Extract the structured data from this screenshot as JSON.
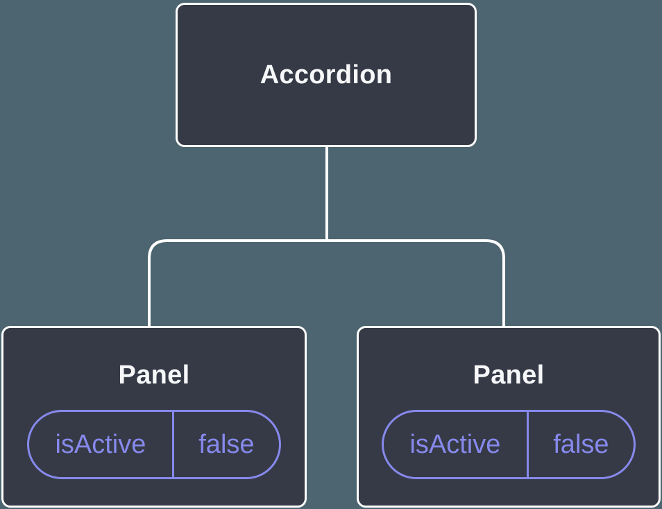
{
  "diagram": {
    "type": "component-tree",
    "root": {
      "label": "Accordion"
    },
    "children": [
      {
        "label": "Panel",
        "state": {
          "key": "isActive",
          "value": "false"
        }
      },
      {
        "label": "Panel",
        "state": {
          "key": "isActive",
          "value": "false"
        }
      }
    ],
    "colors": {
      "background": "#4d6570",
      "node_fill": "#353a46",
      "node_border": "#ffffff",
      "node_text": "#f6f7f9",
      "state_accent": "#8789ec",
      "connector": "#ffffff"
    }
  }
}
